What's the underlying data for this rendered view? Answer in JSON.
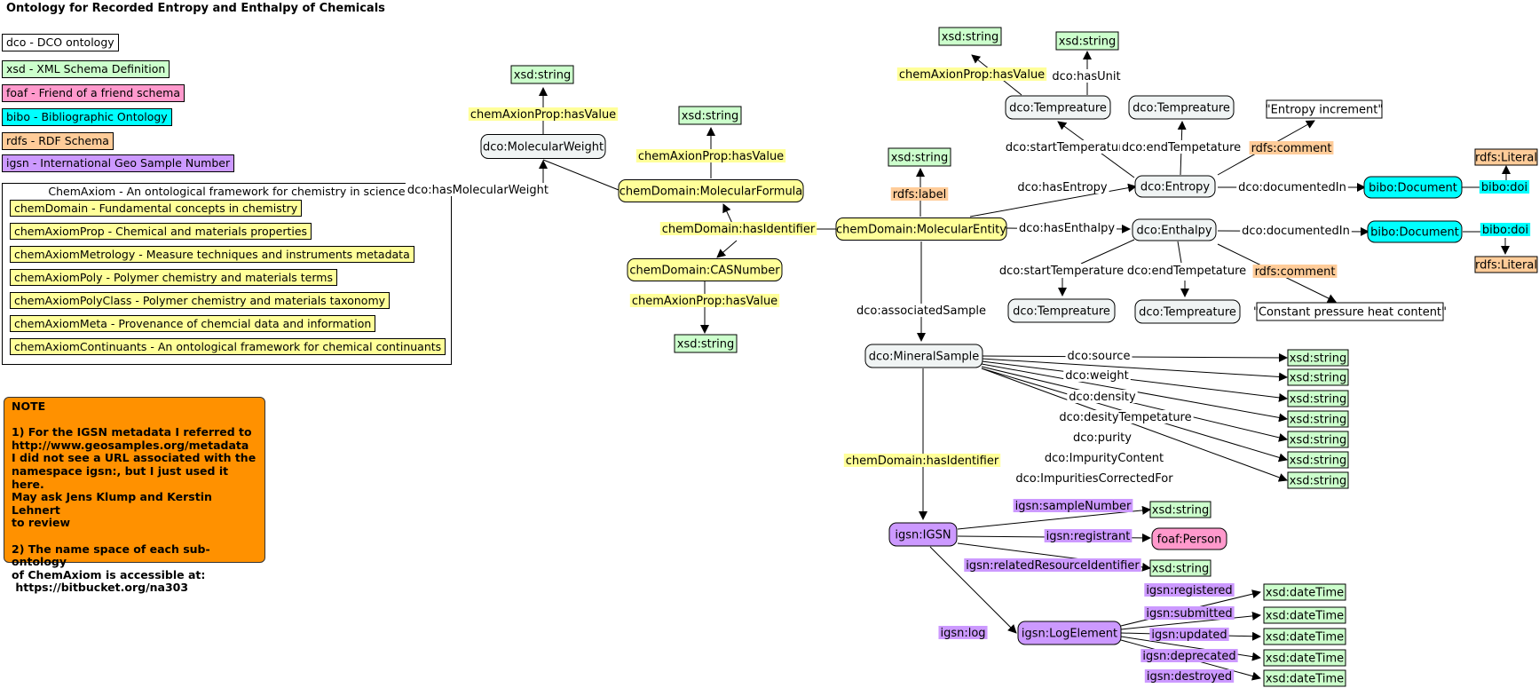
{
  "title": "Ontology for Recorded Entropy and Enthalpy of Chemicals",
  "legend": [
    {
      "label": "dco - DCO ontology",
      "color": "#ffffff"
    },
    {
      "label": "xsd - XML Schema Definition",
      "color": "#ccffcc"
    },
    {
      "label": "foaf - Friend of a friend schema",
      "color": "#ff99cc"
    },
    {
      "label": "bibo - Bibliographic Ontology",
      "color": "#00ffff"
    },
    {
      "label": "rdfs - RDF Schema",
      "color": "#ffcc99"
    },
    {
      "label": "igsn - International Geo Sample Number",
      "color": "#cc99ff"
    }
  ],
  "chemaxiom": {
    "title": "ChemAxiom  - An ontological framework for chemistry in science",
    "items": [
      "chemDomain - Fundamental concepts in chemistry",
      "chemAxiomProp - Chemical and materials properties",
      "chemAxiomMetrology - Measure techniques and instruments metadata",
      "chemAxiomPoly - Polymer chemistry and materials terms",
      "chemAxiomPolyClass - Polymer chemistry and materials taxonomy",
      "chemAxiomMeta - Provenance of chemcial data and information",
      "chemAxiomContinuants - An ontological framework for chemical continuants"
    ]
  },
  "note": "NOTE\n\n1) For the IGSN metadata I referred to\nhttp://www.geosamples.org/metadata\nI did not see a URL associated with the\nnamespace igsn:, but I just used it here.\nMay ask Jens Klump and Kerstin Lehnert\nto review\n\n2) The name space of each sub-ontology\nof ChemAxiom is accessible at:\n https://bitbucket.org/na303",
  "colors": {
    "dco": "#f0f4f4",
    "chem": "#ffff99",
    "xsd": "#ccffcc",
    "bibo": "#00ffff",
    "rdfs": "#ffcc99",
    "igsn": "#cc99ff",
    "foaf": "#ff99cc",
    "literal": "#ffffff"
  },
  "nodes": {
    "molecularEntity": "chemDomain:MolecularEntity",
    "molecularFormula": "chemDomain:MolecularFormula",
    "molecularWeight": "dco:MolecularWeight",
    "casNumber": "chemDomain:CASNumber",
    "entropy": "dco:Entropy",
    "enthalpy": "dco:Enthalpy",
    "tempTop1": "dco:Tempreature",
    "tempTop2": "dco:Tempreature",
    "tempBot1": "dco:Tempreature",
    "tempBot2": "dco:Tempreature",
    "entropyComment": "\"Entropy increment\"",
    "enthalpyComment": "\"Constant pressure heat content\"",
    "bibo1": "bibo:Document",
    "bibo2": "bibo:Document",
    "rdfsLiteral1": "rdfs:Literal",
    "rdfsLiteral2": "rdfs:Literal",
    "mineralSample": "dco:MineralSample",
    "igsn": "igsn:IGSN",
    "foafPerson": "foaf:Person",
    "logElement": "igsn:LogElement",
    "xsdString": "xsd:string",
    "xsdDateTime": "xsd:dateTime"
  },
  "edges": {
    "hasValue": "chemAxionProp:hasValue",
    "hasUnit": "dco:hasUnit",
    "hasMolecularWeight": "dco:hasMolecularWeight",
    "hasIdentifier": "chemDomain:hasIdentifier",
    "rdfsLabel": "rdfs:label",
    "hasEntropy": "dco:hasEntropy",
    "hasEnthalpy": "dco:hasEnthalpy",
    "startTemperature": "dco:startTemperature",
    "endTempetature": "dco:endTempetature",
    "rdfsComment": "rdfs:comment",
    "documentedIn": "dco:documentedIn",
    "biboDoi": "bibo:doi",
    "associatedSample": "dco:associatedSample",
    "source": "dco:source",
    "weight": "dco:weight",
    "density": "dco:density",
    "desityTempetature": "dco:desityTempetature",
    "purity": "dco:purity",
    "impurityContent": "dco:ImpurityContent",
    "impuritiesCorrectedFor": "dco:ImpuritiesCorrectedFor",
    "sampleNumber": "igsn:sampleNumber",
    "registrant": "igsn:registrant",
    "relatedResourceIdentifier": "igsn:relatedResourceIdentifier",
    "log": "igsn:log",
    "registered": "igsn:registered",
    "submitted": "igsn:submitted",
    "updated": "igsn:updated",
    "deprecated": "igsn:deprecated",
    "destroyed": "igsn:destroyed"
  }
}
